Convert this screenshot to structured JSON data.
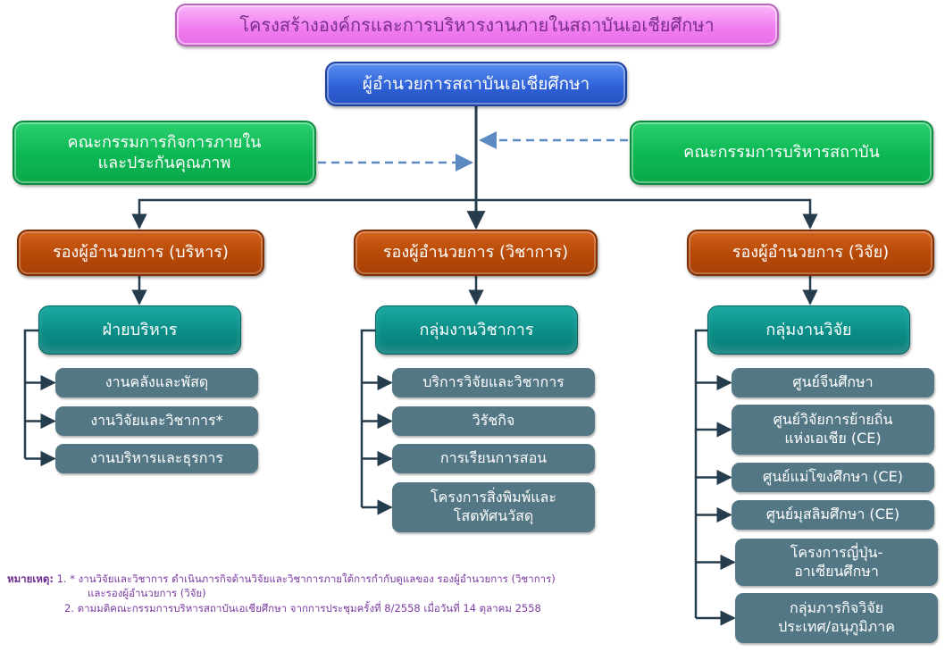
{
  "title": "โครงสร้างองค์กรและการบริหารงานภายในสถาบันเอเชียศึกษา",
  "director": "ผู้อำนวยการสถาบันเอเชียศึกษา",
  "committees": {
    "left": [
      "คณะกรรมการกิจการภายใน",
      "และประกันคุณภาพ"
    ],
    "right": "คณะกรรมการบริหารสถาบัน"
  },
  "deputies": [
    "รองผู้อำนวยการ (บริหาร)",
    "รองผู้อำนวยการ (วิชาการ)",
    "รองผู้อำนวยการ (วิจัย)"
  ],
  "groups": [
    {
      "name": "ฝ่ายบริหาร",
      "units": [
        [
          "งานคลังและพัสดุ"
        ],
        [
          "งานวิจัยและวิชาการ*"
        ],
        [
          "งานบริหารและธุรการ"
        ]
      ]
    },
    {
      "name": "กลุ่มงานวิชาการ",
      "units": [
        [
          "บริการวิจัยและวิชาการ"
        ],
        [
          "วิรัชกิจ"
        ],
        [
          "การเรียนการสอน"
        ],
        [
          "โครงการสิ่งพิมพ์และ",
          "โสตทัศนวัสดุ"
        ]
      ]
    },
    {
      "name": "กลุ่มงานวิจัย",
      "units": [
        [
          "ศูนย์จีนศึกษา"
        ],
        [
          "ศูนย์วิจัยการย้ายถิ่น",
          "แห่งเอเชีย (CE)"
        ],
        [
          "ศูนย์แม่โขงศึกษา (CE)"
        ],
        [
          "ศูนย์มุสลิมศึกษา (CE)"
        ],
        [
          "โครงการญี่ปุ่น-",
          "อาเซียนศึกษา"
        ],
        [
          "กลุ่มภารกิจวิจัย",
          "ประเทศ/อนุภูมิภาค"
        ]
      ]
    }
  ],
  "notes": {
    "label": "หมายเหตุ:",
    "items": [
      "1. * งานวิจัยและวิชาการ ดำเนินภารกิจด้านวิจัยและวิชาการภายใต้การกำกับดูแลของ รองผู้อำนวยการ (วิชาการ)",
      "และรองผู้อำนวยการ (วิจัย)",
      "2. ตามมติคณะกรรมการบริหารสถาบันเอเชียศึกษา จากการประชุมครั้งที่ 8/2558 เมื่อวันที่ 14 ตุลาคม 2558"
    ]
  },
  "colors": {
    "title": "#f07cf0",
    "director": "#2f62d8",
    "committee": "#0db955",
    "deputy": "#b84a08",
    "group": "#0a8d86",
    "unit": "#547785",
    "connector": "#263d4d",
    "dashed": "#5b8ac2",
    "note_text": "#7a3aa0"
  }
}
